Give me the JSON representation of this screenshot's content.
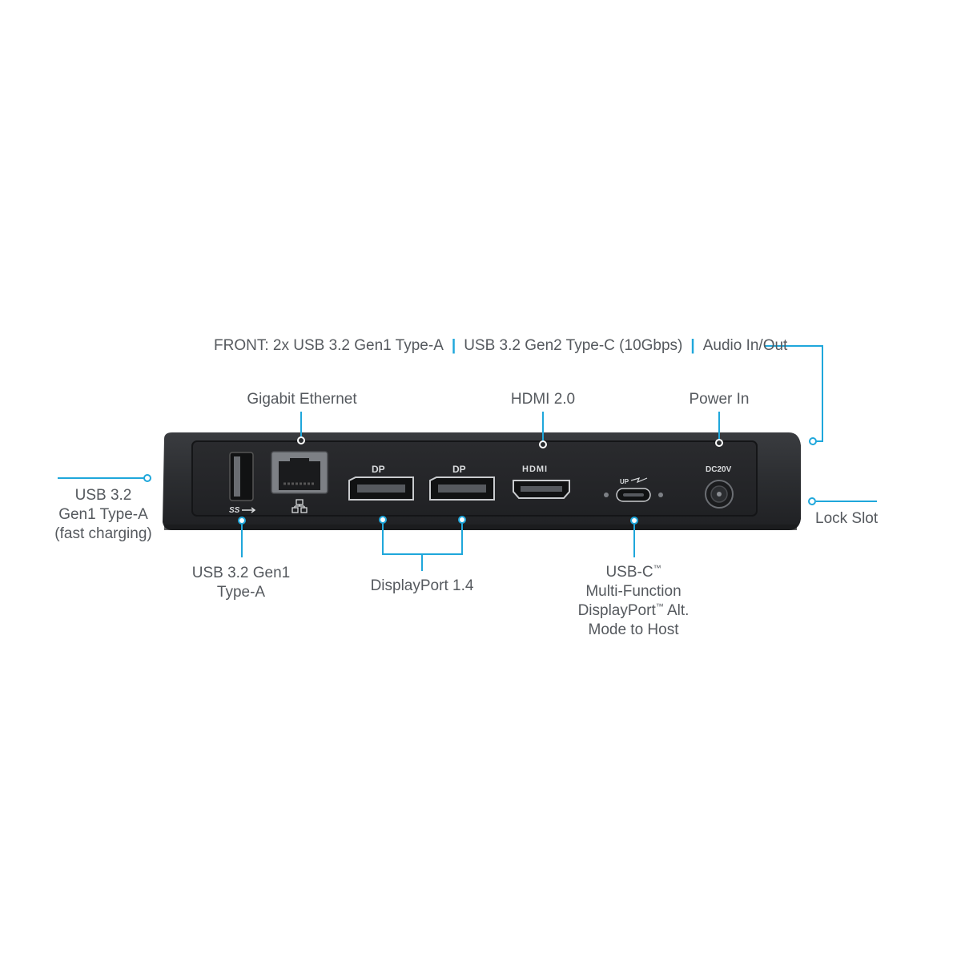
{
  "colors": {
    "accent": "#1fa7db",
    "dock_body": "#2a2c2f",
    "label_text": "#55595e"
  },
  "front": {
    "part1": "FRONT: 2x USB 3.2 Gen1 Type-A",
    "separator": "|",
    "part2": "USB 3.2 Gen2 Type-C (10Gbps)",
    "part3": "Audio In/Out"
  },
  "callouts": {
    "gigabit_ethernet": "Gigabit Ethernet",
    "hdmi": "HDMI 2.0",
    "power_in": "Power In",
    "usb_fast_charging": "USB 3.2\nGen1 Type-A\n(fast charging)",
    "lock_slot": "Lock Slot",
    "usb_gen1": "USB 3.2 Gen1\nType-A",
    "displayport": "DisplayPort 1.4",
    "usbc_line1": "USB-C",
    "usbc_tm": "™",
    "usbc_line2": "Multi-Function",
    "usbc_line3a": "DisplayPort",
    "usbc_tm2": "™",
    "usbc_line3b": " Alt.",
    "usbc_line4": "Mode to Host"
  },
  "dock_markings": {
    "dp_logo_1": "DP",
    "dp_logo_2": "DP",
    "hdmi_logo": "HDMI",
    "up_label": "UP",
    "dc_label": "DC20V",
    "usb_logo": "SS"
  },
  "icons": [
    "usb-ss-icon",
    "network-icon",
    "displayport-icon",
    "hdmi-icon",
    "thunder-icon"
  ]
}
